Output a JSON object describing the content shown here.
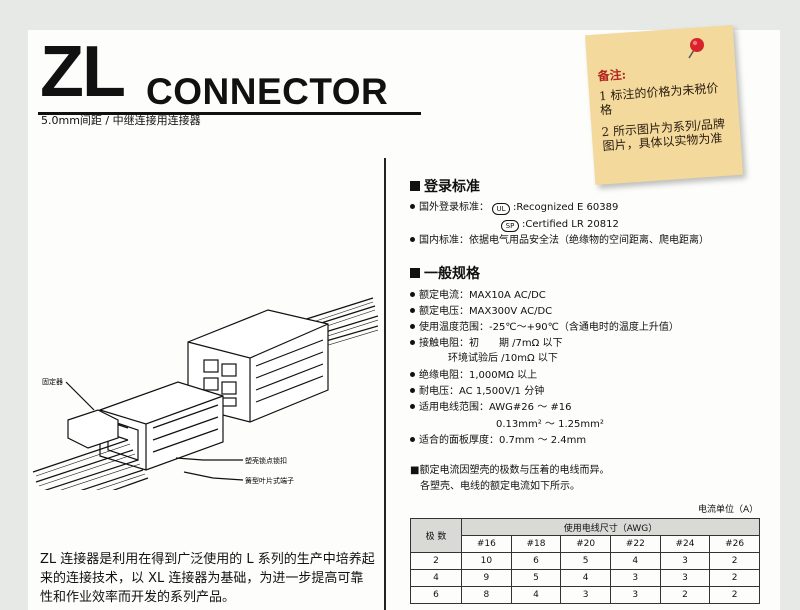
{
  "header": {
    "big_title": "ZL",
    "title_word": "CONNECTOR",
    "subtitle": "5.0mm间距 / 中继连接用连接器"
  },
  "diagram": {
    "label_fixer": "固定器",
    "label_housing": "塑壳锁点锁扣",
    "label_terminal": "簧型叶片式端子"
  },
  "standards": {
    "heading": "登录标准",
    "intl_label": "国外登录标准：",
    "ul_mark": "UL",
    "ul_text": ":Recognized E 60389",
    "csa_mark": "SP",
    "csa_text": ":Certified LR 20812",
    "domestic_label": "国内标准：",
    "domestic_text": "依据电气用品安全法（绝缘物的空间距离、爬电距离）"
  },
  "specs": {
    "heading": "一般规格",
    "items": [
      "额定电流：MAX10A  AC/DC",
      "额定电压：MAX300V  AC/DC",
      "使用温度范围：-25℃～+90℃（含通电时的温度上升值）",
      "接触电阻：初　　期 /7mΩ 以下",
      "环境试验后 /10mΩ 以下",
      "绝缘电阻：1,000MΩ 以上",
      "耐电压：AC 1,500V/1 分钟",
      "适用电线范围：AWG#26 ～ #16",
      "0.13mm² ～ 1.25mm²",
      "适合的面板厚度：0.7mm ～ 2.4mm"
    ],
    "note_line1": "■额定电流因塑壳的极数与压着的电线而异。",
    "note_line2": "各塑壳、电线的额定电流如下所示。"
  },
  "table": {
    "unit": "电流单位（A）",
    "col_header_poles": "极 数",
    "col_header_wire": "使用电线尺寸（AWG）",
    "awg": [
      "#16",
      "#18",
      "#20",
      "#22",
      "#24",
      "#26"
    ],
    "rows": [
      {
        "poles": "2",
        "values": [
          "10",
          "6",
          "5",
          "4",
          "3",
          "2"
        ]
      },
      {
        "poles": "4",
        "values": [
          "9",
          "5",
          "4",
          "3",
          "3",
          "2"
        ]
      },
      {
        "poles": "6",
        "values": [
          "8",
          "4",
          "3",
          "3",
          "2",
          "2"
        ]
      }
    ]
  },
  "description": {
    "line1": "ZL 连接器是利用在得到广泛使用的 L 系列的生产中培养起",
    "line2": "来的连接技术，以 XL 连接器为基础，为进一步提高可靠",
    "line3": "性和作业效率而开发的系列产品。"
  },
  "sticky_note": {
    "title": "备注:",
    "line1": "1  标注的价格为未税价格",
    "line2": "2  所示图片为系列/品牌图片，具体以实物为准"
  },
  "colors": {
    "paper": "#fdfdfb",
    "note": "#f3d99c",
    "pin": "#d8232a"
  }
}
